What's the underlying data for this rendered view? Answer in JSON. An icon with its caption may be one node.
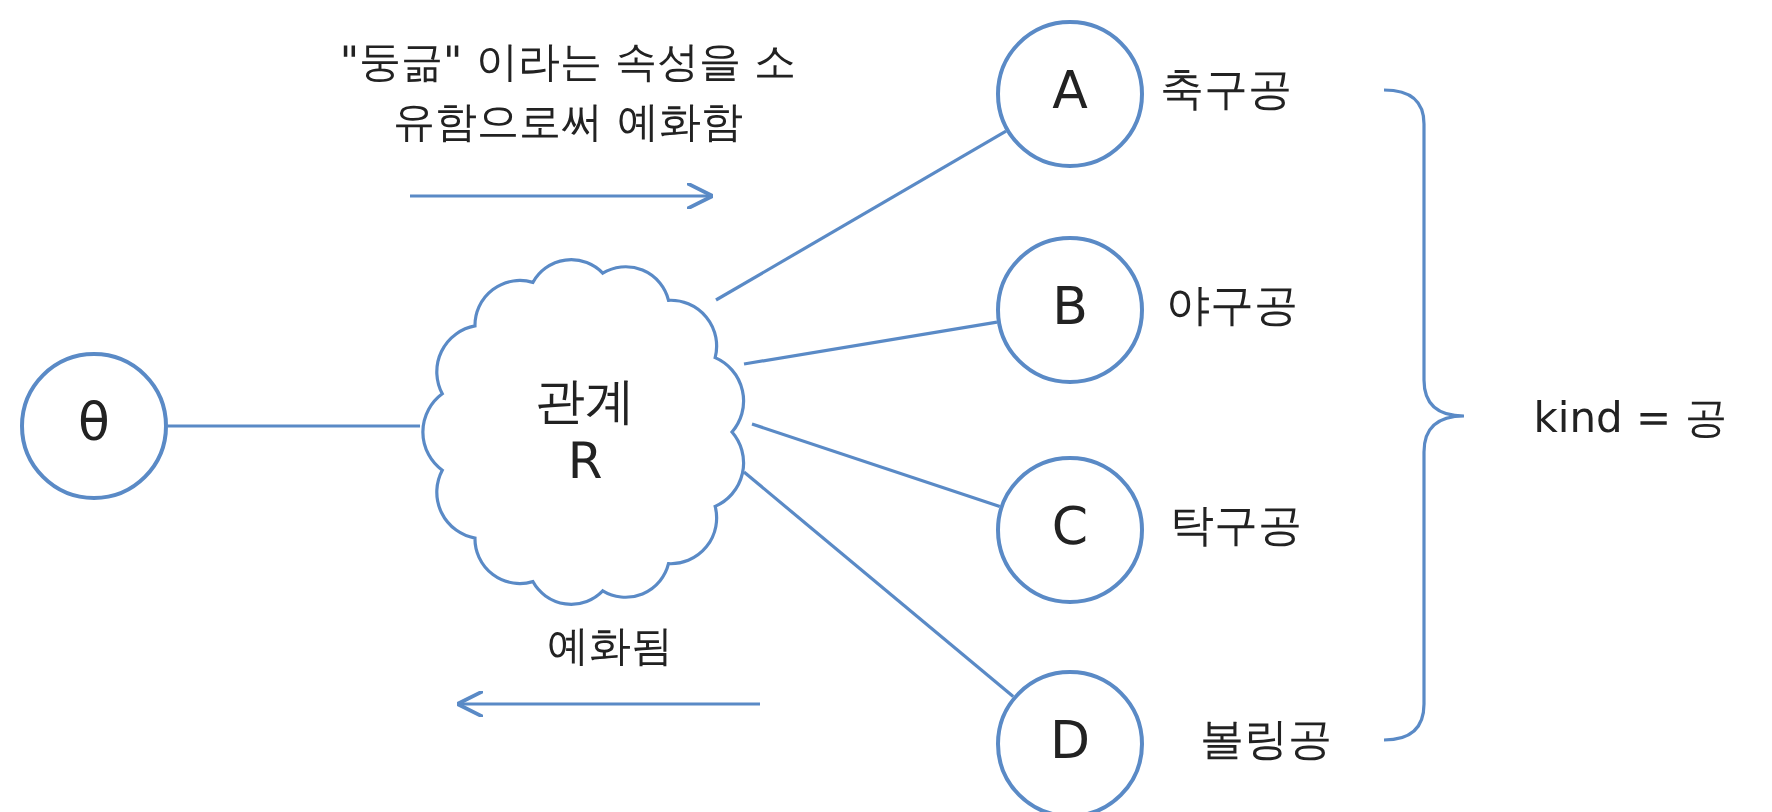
{
  "diagram": {
    "nodes": [
      {
        "text": [
          "θ"
        ]
      },
      {
        "text": [
          "관계 R"
        ]
      },
      {
        "text": [
          "A"
        ],
        "beside": [
          "축구공"
        ]
      },
      {
        "text": [
          "B"
        ],
        "beside": [
          "야구공"
        ]
      },
      {
        "text": [
          "C"
        ],
        "beside": [
          "탁구공"
        ]
      },
      {
        "text": [
          "D"
        ],
        "beside": [
          "볼링공"
        ]
      }
    ],
    "edges": [
      {
        "from": 0,
        "to": 1,
        "arrow": "none"
      },
      {
        "from": 1,
        "to": 2,
        "arrow": "none"
      },
      {
        "from": 1,
        "to": 3,
        "arrow": "none"
      },
      {
        "from": 1,
        "to": 4,
        "arrow": "none"
      },
      {
        "from": 1,
        "to": 5,
        "arrow": "none"
      }
    ],
    "labels": [
      "\"둥긂\" 이라는 속성을 소유함으로써 예화함",
      "예화됨",
      "kind = 공"
    ]
  }
}
